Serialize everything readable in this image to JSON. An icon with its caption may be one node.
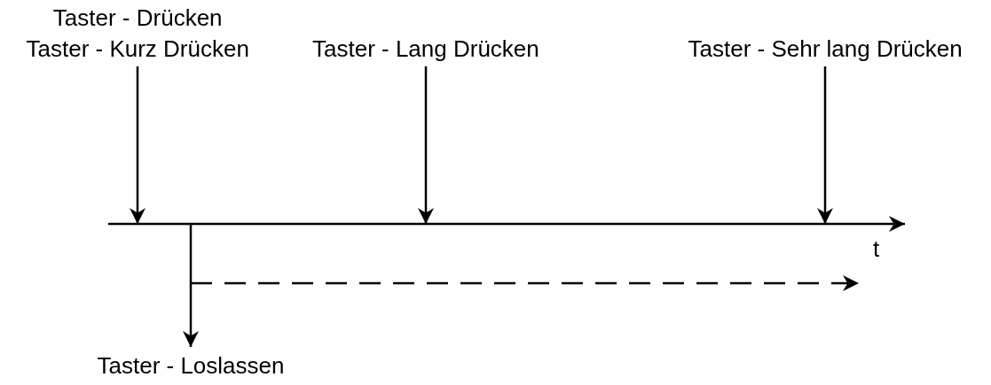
{
  "diagram": {
    "nodes": [
      {
        "text": [
          "Taster - Drücken",
          "Taster - Kurz Drücken"
        ]
      },
      {
        "text": [
          "Taster - Lang Drücken"
        ]
      },
      {
        "text": [
          "Taster - Sehr lang Drücken"
        ]
      },
      {
        "text": [
          "Taster - Loslassen"
        ]
      }
    ],
    "edges": [
      {
        "from": 0,
        "to": null,
        "arrow": "to"
      },
      {
        "from": 1,
        "to": null,
        "arrow": "to"
      },
      {
        "from": 2,
        "to": null,
        "arrow": "to"
      },
      {
        "from": null,
        "to": 3,
        "arrow": "to"
      }
    ],
    "labels": [
      "t"
    ]
  }
}
